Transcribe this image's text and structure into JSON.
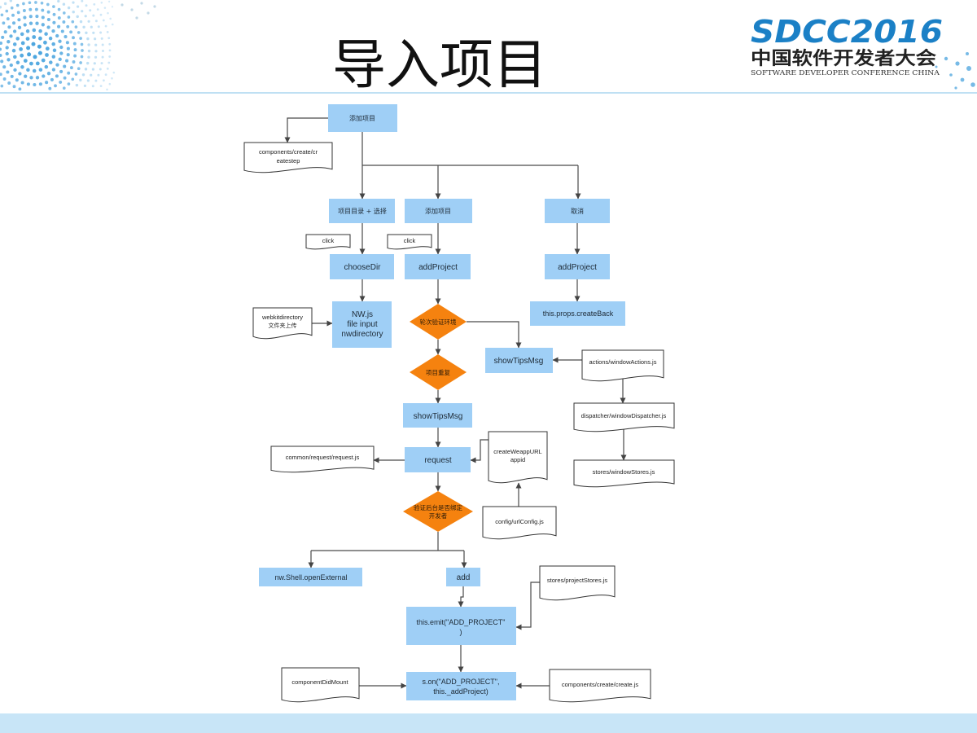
{
  "slide": {
    "title": "导入项目"
  },
  "logo": {
    "brand": "SDCC2016",
    "cn": "中国软件开发者大会",
    "en": "SOFTWARE DEVELOPER CONFERENCE CHINA"
  },
  "colors": {
    "box_fill": "#9fcff6",
    "diamond_fill": "#f5820f",
    "brand_blue": "#1b80c6",
    "header_line": "#bfe0f3",
    "bottom_band": "#c8e5f7"
  },
  "flowchart": {
    "start": "添加项目",
    "createstep_doc": [
      "components/create/cr",
      "eatestep"
    ],
    "dir_select": "项目目录 + 选择",
    "add_project_btn": "添加项目",
    "cancel": "取消",
    "click_1": "click",
    "click_2": "click",
    "choose_dir": "chooseDir",
    "add_project_fn_1": "addProject",
    "add_project_fn_2": "addProject",
    "nwjs": [
      "NW.js",
      "file input",
      "nwdirectory"
    ],
    "webkitdirectory_doc": [
      "webkitdirectory",
      "文件夹上传"
    ],
    "create_back": "this.props.createBack",
    "check_env": "轮次验证环境",
    "duplicate": "项目重复",
    "show_tips_1": "showTipsMsg",
    "window_actions_doc": "actions/windowActions.js",
    "window_dispatcher_doc": "dispatcher/windowDispatcher.js",
    "window_stores_doc": "stores/windowStores.js",
    "show_tips_2": "showTipsMsg",
    "request": "request",
    "request_js_doc": "common/request/request.js",
    "create_weapp_url_doc": [
      "createWeappURL",
      "appid"
    ],
    "url_config_doc": "config/urlConfig.js",
    "check_developer": [
      "验证后台是否绑定",
      "开发者"
    ],
    "open_external": "nw.Shell.openExternal",
    "add": "add",
    "project_stores_doc": "stores/projectStores.js",
    "emit": [
      "this.emit(\"ADD_PROJECT\"",
      ")"
    ],
    "on": [
      "s.on(\"ADD_PROJECT\",",
      "this._addProject)"
    ],
    "did_mount_doc": "componentDidMount",
    "create_js_doc": "components/create/create.js"
  }
}
